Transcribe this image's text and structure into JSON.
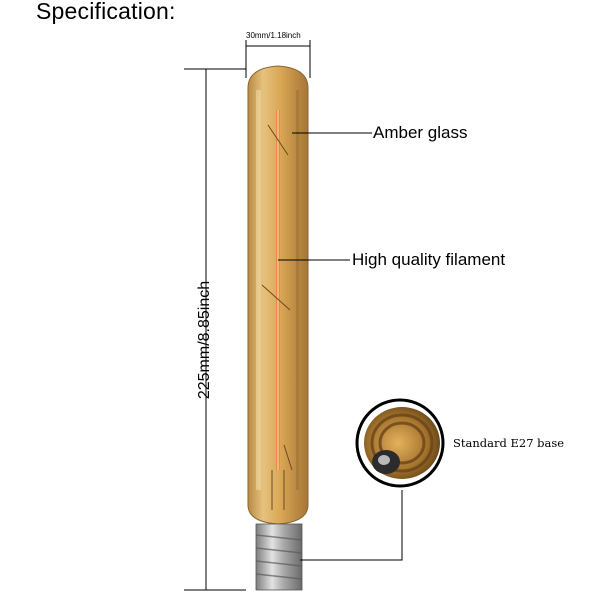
{
  "page_title": "Specification:",
  "dimensions": {
    "width_label": "30mm/1.18inch",
    "height_label": "225mm/8.85inch"
  },
  "callouts": {
    "amber_glass": "Amber glass",
    "filament": "High quality filament",
    "base": "Standard E27 base"
  },
  "colors": {
    "glass_amber": "#d9a654",
    "filament_orange": "#e8894a",
    "base_brass": "#a8772f"
  }
}
